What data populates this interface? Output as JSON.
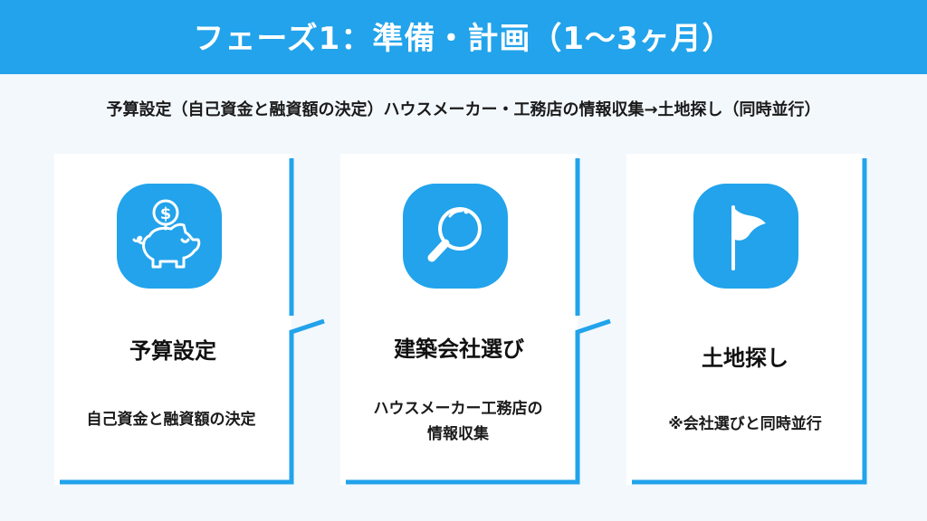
{
  "header": {
    "title": "フェーズ1：準備・計画（1〜3ヶ月）",
    "background_color": "#22a3eb"
  },
  "summary": {
    "text": "予算設定（自己資金と融資額の決定）ハウスメーカー・工務店の情報収集→土地探し（同時並行）"
  },
  "colors": {
    "accent": "#22a3eb",
    "background": "#f3f8fd",
    "card": "#ffffff",
    "text": "#111111"
  },
  "cards": [
    {
      "icon": "piggy-bank-icon",
      "title": "予算設定",
      "description_lines": [
        "自己資金と融資額の決定"
      ],
      "has_arrow_notch": true
    },
    {
      "icon": "magnifier-icon",
      "title": "建築会社選び",
      "description_lines": [
        "ハウスメーカー工務店の",
        "情報収集"
      ],
      "has_arrow_notch": true
    },
    {
      "icon": "flag-icon",
      "title": "土地探し",
      "description_lines": [
        "※会社選びと同時並行"
      ],
      "has_arrow_notch": false
    }
  ]
}
